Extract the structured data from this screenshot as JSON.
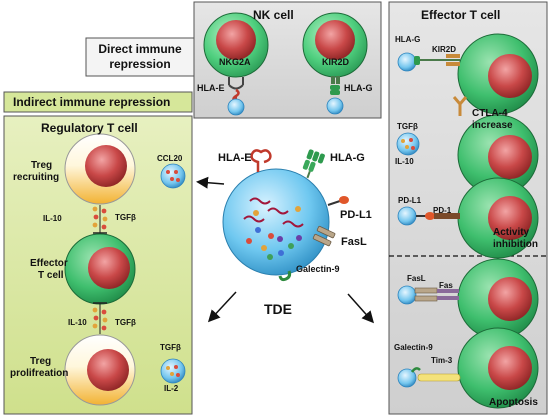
{
  "nk_panel": {
    "title": "NK cell",
    "receptor_left": "NKG2A",
    "ligand_left": "HLA-E",
    "receptor_right": "KIR2D",
    "ligand_right": "HLA-G"
  },
  "direct_label": [
    "Direct immune",
    "repression"
  ],
  "indirect_label": "Indirect immune repression",
  "treg_panel": {
    "title": "Regulatory T cell",
    "treg_recruiting": [
      "Treg",
      "recruiting"
    ],
    "ccl20": "CCL20",
    "il10_top": "IL-10",
    "tgfb_top": "TGFβ",
    "effector": [
      "Effector",
      "T cell"
    ],
    "il10_bottom": "IL-10",
    "tgfb_bottom": "TGFβ",
    "treg_proliferation": [
      "Treg",
      "prolifreation"
    ],
    "tgfb_vesicle": "TGFβ",
    "il2": "IL-2"
  },
  "center": {
    "hla_e": "HLA-E",
    "hla_g": "HLA-G",
    "pd_l1": "PD-L1",
    "fasl": "FasL",
    "galectin9": "Galectin-9",
    "tde": "TDE"
  },
  "effector_panel": {
    "title": "Effector T cell",
    "hla_g": "HLA-G",
    "kir2d": "KIR2D",
    "ctla4": [
      "CTLA-4",
      "increase"
    ],
    "tgfb": "TGFβ",
    "il10": "IL-10",
    "pd_l1": "PD-L1",
    "pd_1": "PD-1",
    "activity": [
      "Activity",
      "inhibition"
    ],
    "fasl": "FasL",
    "fas": "Fas",
    "galectin9": "Galectin-9",
    "tim3": "Tim-3",
    "apoptosis": "Apoptosis"
  }
}
